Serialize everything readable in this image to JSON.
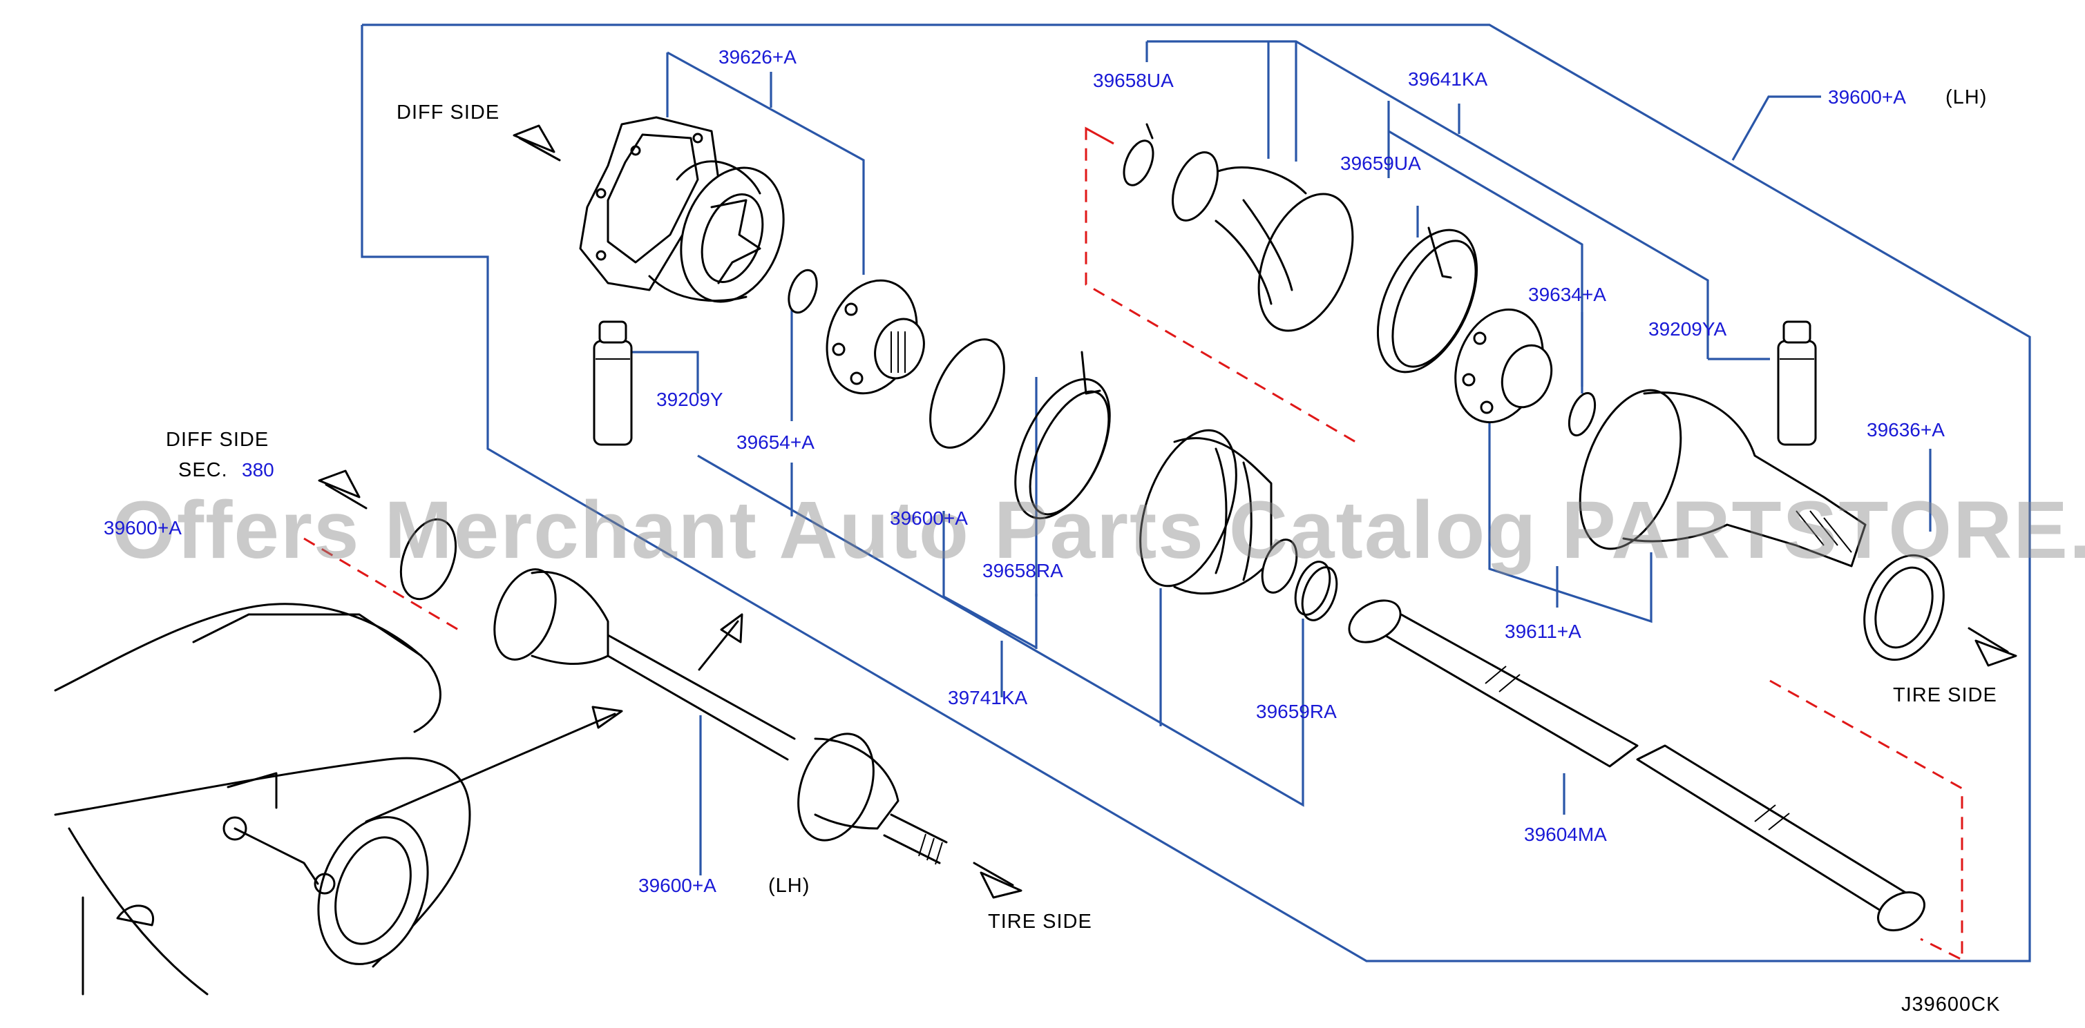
{
  "parts": {
    "p39626a": "39626+A",
    "p39658ua": "39658UA",
    "p39641ka": "39641KA",
    "p39600a_top": "39600+A",
    "p39600a_top_side": "(LH)",
    "p39659ua": "39659UA",
    "p39634a": "39634+A",
    "p39209ya": "39209YA",
    "p39636a": "39636+A",
    "p39209y": "39209Y",
    "p39654a": "39654+A",
    "p39600_mid": "39600+A",
    "p39658ra": "39658RA",
    "p39741ka": "39741KA",
    "p39659ra": "39659RA",
    "p39611a": "39611+A",
    "p39604ma": "39604MA",
    "p39600a_bottom": "39600+A",
    "p39600a_bottom_side": "(LH)",
    "p39600a_left": "39600+A",
    "sec_num": "380"
  },
  "notes": {
    "diff_side_top": "DIFF   SIDE",
    "diff_side_left": "DIFF   SIDE",
    "sec_label": "SEC.",
    "tire_side_right": "TIRE   SIDE",
    "tire_side_bottom": "TIRE   SIDE",
    "diagram_code": "J39600CK"
  },
  "watermark": "Offers Merchant Auto Parts Catalog PARTSTORE.SA",
  "colors": {
    "part_link": "#1a1ad6",
    "leader": "#2a56a8",
    "dashed": "#e01818"
  }
}
